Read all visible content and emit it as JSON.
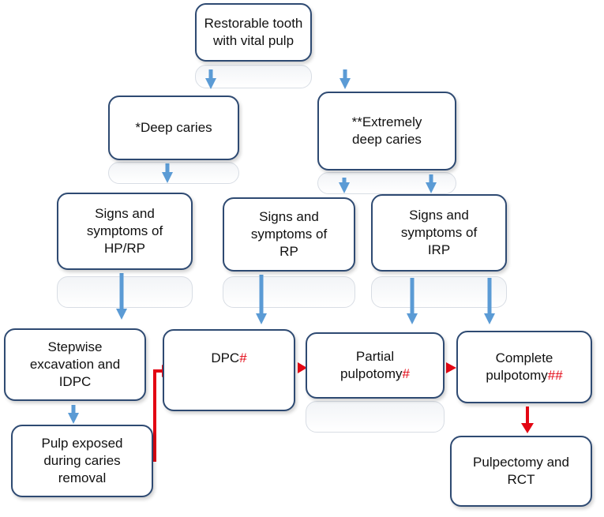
{
  "colors": {
    "box_border": "#2e4a72",
    "arrow_blue": "#5b9bd5",
    "arrow_red": "#e30613",
    "mark_red": "#e30613"
  },
  "nodes": {
    "root": {
      "line1": "Restorable tooth",
      "line2": "with vital pulp"
    },
    "deep_caries": {
      "text": "*Deep caries"
    },
    "extremely_deep": {
      "line1": "**Extremely",
      "line2": "deep caries"
    },
    "hp_rp": {
      "line1": "Signs and",
      "line2": "symptoms of",
      "line3": "HP/RP"
    },
    "rp": {
      "line1": "Signs and",
      "line2": "symptoms of",
      "line3": "RP"
    },
    "irp": {
      "line1": "Signs and",
      "line2": "symptoms of",
      "line3": "IRP"
    },
    "stepwise": {
      "line1": "Stepwise",
      "line2": "excavation and",
      "line3": "IDPC"
    },
    "dpc": {
      "text": "DPC",
      "mark": "#"
    },
    "partial": {
      "line1": "Partial",
      "line2": "pulpotomy",
      "mark": "#"
    },
    "complete": {
      "line1": "Complete",
      "line2": "pulpotomy",
      "mark": "##"
    },
    "pulp_exposed": {
      "line1": "Pulp exposed",
      "line2": "during caries",
      "line3": "removal"
    },
    "pulpectomy": {
      "line1": "Pulpectomy and",
      "line2": "RCT"
    }
  }
}
